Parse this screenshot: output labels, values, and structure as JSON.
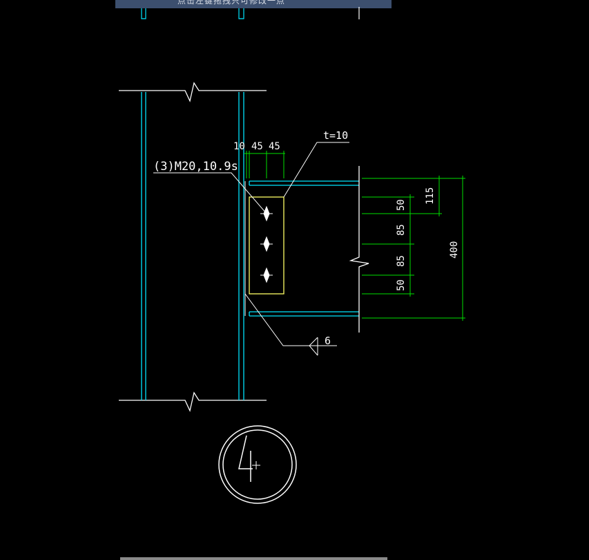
{
  "window": {
    "title_bar_text": "点击左键拖拽只可修改一点"
  },
  "drawing": {
    "bolt_spec": "(3)M20,10.9s",
    "plate_thickness": "t=10",
    "top_dims": [
      "10",
      "45",
      "45"
    ],
    "right_dims": [
      "50",
      "85",
      "85",
      "50"
    ],
    "dim_115": "115",
    "dim_400": "400",
    "weld_size": "6",
    "detail_number": "4"
  },
  "colors": {
    "column": "#00e5ff",
    "outline": "#ffffff",
    "dimension": "#00e000",
    "plate": "#ffff66"
  }
}
